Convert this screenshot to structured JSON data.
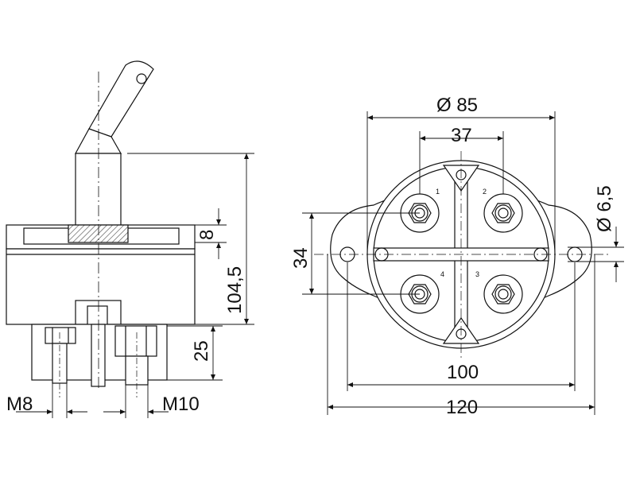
{
  "dimensions": {
    "height_total": "104,5",
    "flange_thickness": "8",
    "stud_length": "25",
    "thread_left": "M8",
    "thread_right": "M10",
    "body_diameter": "Ø 85",
    "terminal_spacing_x": "37",
    "mount_hole_diameter": "Ø 6,5",
    "terminal_spacing_y": "34",
    "mount_hole_spacing": "100",
    "flange_width": "120"
  },
  "terminals": [
    "1",
    "2",
    "3",
    "4"
  ],
  "colors": {
    "line": "#111111",
    "fill": "#ffffff",
    "hatch": "#555555"
  }
}
